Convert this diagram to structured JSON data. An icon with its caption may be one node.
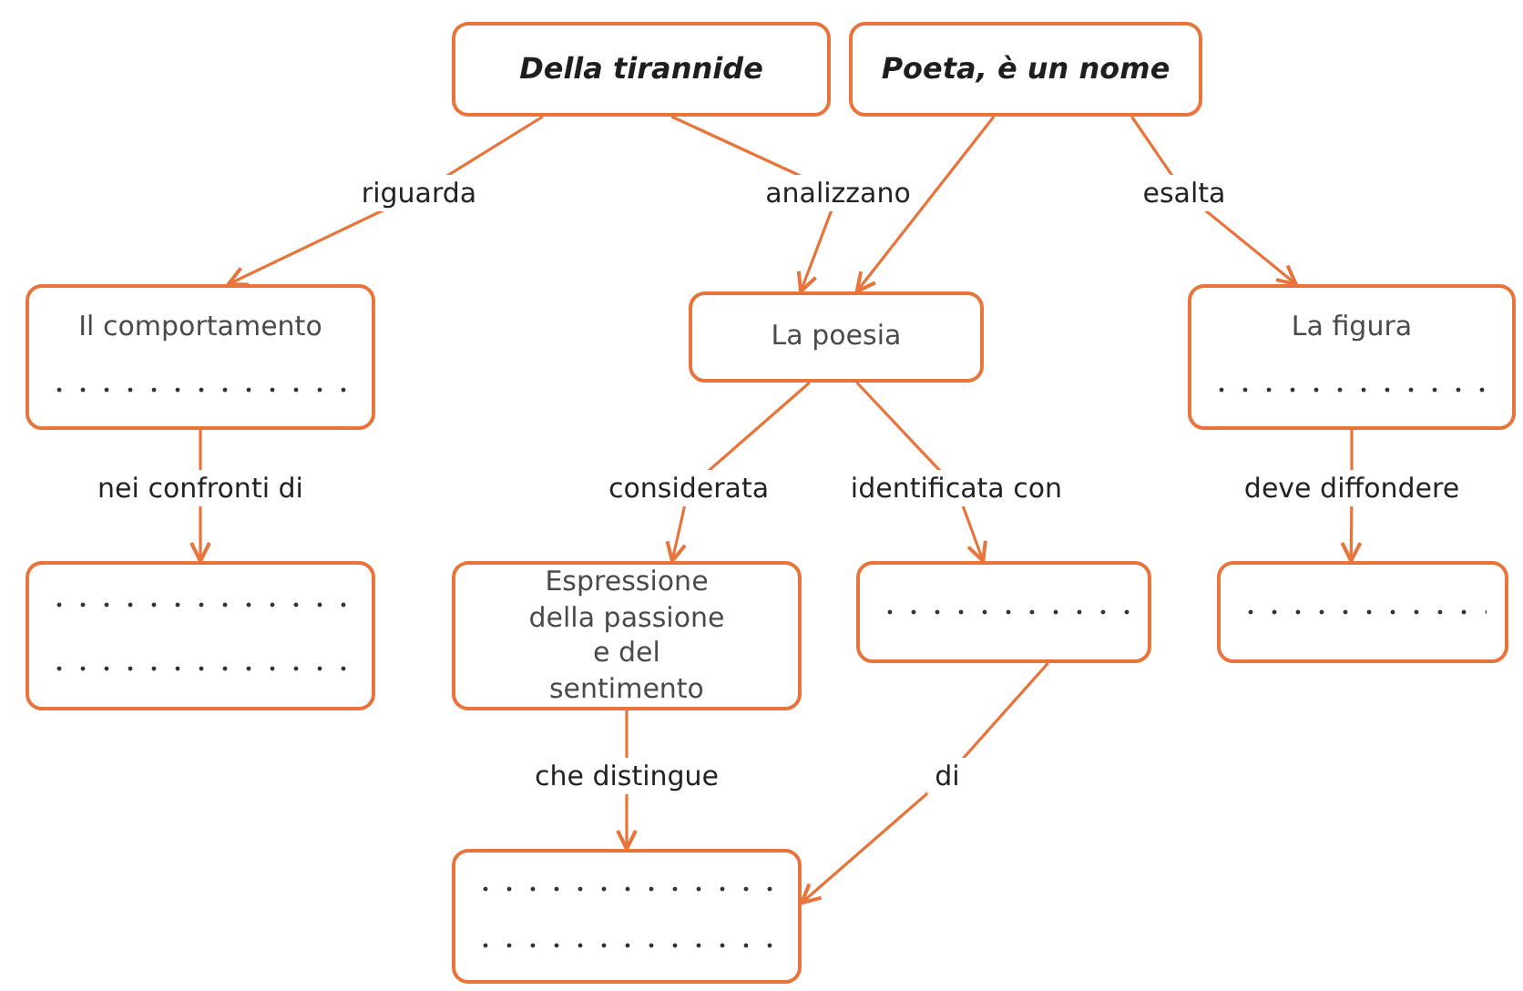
{
  "diagram": {
    "nodes": [
      {
        "text": [
          "Della tirannide"
        ]
      },
      {
        "text": [
          "Poeta, è un nome"
        ]
      },
      {
        "text": [
          "Il comportamento"
        ]
      },
      {
        "text": [
          "La poesia"
        ]
      },
      {
        "text": [
          "La figura"
        ]
      },
      {
        "text": [],
        "shape": "box"
      },
      {
        "text": [
          "Espressione della passione e del sentimento"
        ]
      },
      {
        "text": [],
        "shape": "box"
      },
      {
        "text": [],
        "shape": "box"
      },
      {
        "text": [],
        "shape": "box"
      }
    ],
    "edges": [
      {
        "from": 0,
        "to": 2,
        "arrow": "to",
        "label": "riguarda"
      },
      {
        "from": 0,
        "to": 3,
        "arrow": "to",
        "label": "analizzano"
      },
      {
        "from": 1,
        "to": 3,
        "arrow": "to"
      },
      {
        "from": 1,
        "to": 4,
        "arrow": "to",
        "label": "esalta"
      },
      {
        "from": 2,
        "to": 5,
        "arrow": "to",
        "label": "nei confronti di"
      },
      {
        "from": 3,
        "to": 6,
        "arrow": "to",
        "label": "considerata"
      },
      {
        "from": 3,
        "to": 7,
        "arrow": "to",
        "label": "identificata con"
      },
      {
        "from": 4,
        "to": 8,
        "arrow": "to",
        "label": "deve diffondere"
      },
      {
        "from": 6,
        "to": 9,
        "arrow": "to",
        "label": "che distingue"
      },
      {
        "from": 7,
        "to": 9,
        "arrow": "to",
        "label": "di"
      }
    ]
  }
}
